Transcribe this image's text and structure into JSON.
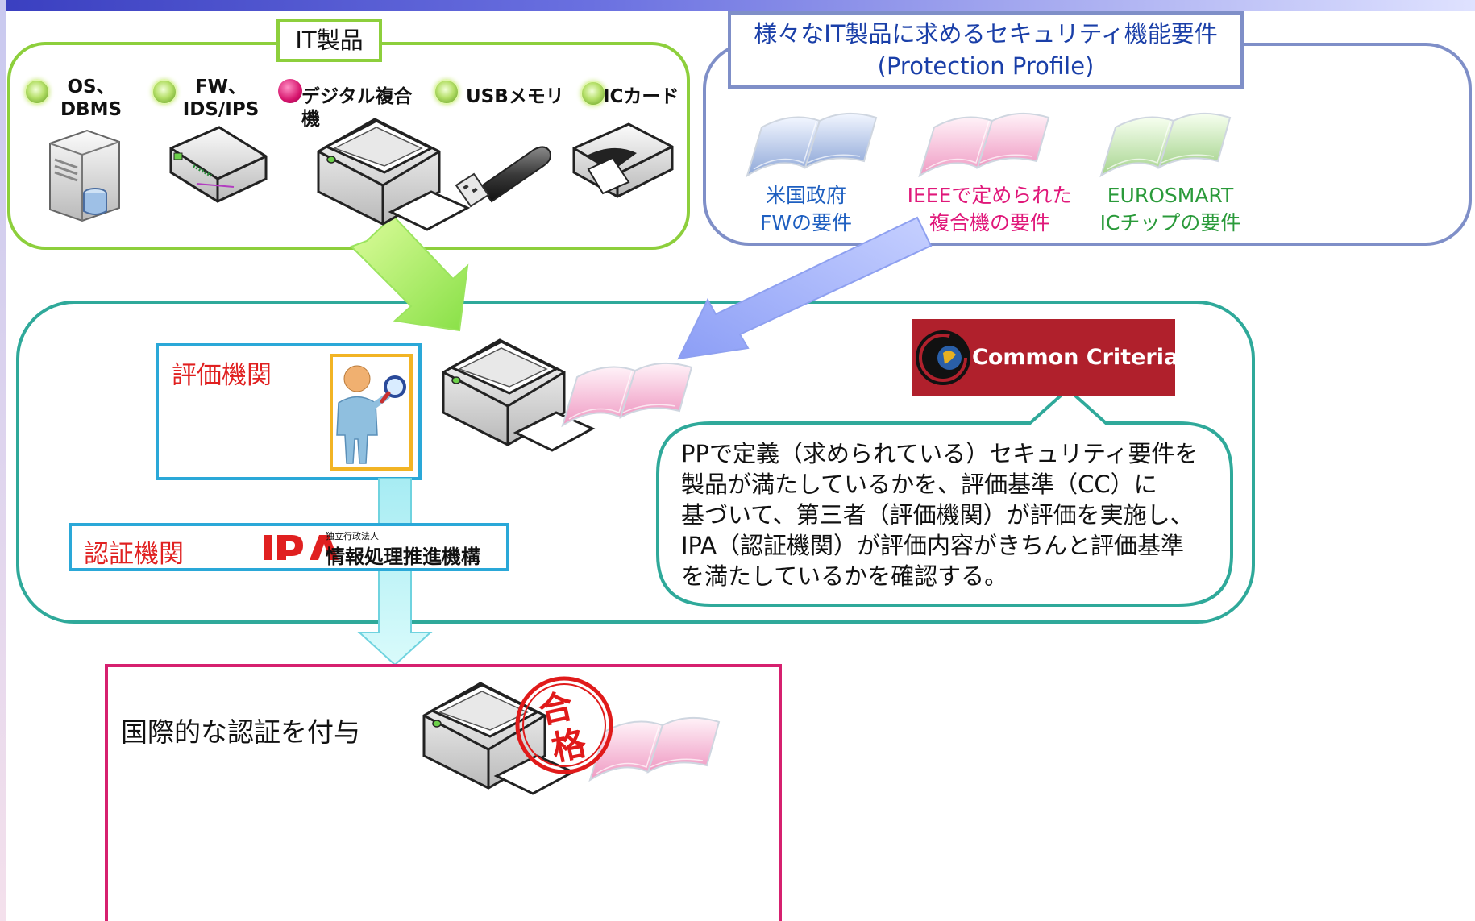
{
  "it_products": {
    "title": "IT製品",
    "items": [
      {
        "label_line1": "OS、",
        "label_line2": "DBMS",
        "dot_color": "#9bd44a"
      },
      {
        "label_line1": "FW、",
        "label_line2": "IDS/IPS",
        "dot_color": "#9bd44a"
      },
      {
        "label": "デジタル複合機",
        "dot_color": "#d6146c"
      },
      {
        "label": "USBメモリ",
        "dot_color": "#9bd44a"
      },
      {
        "label": "ICカード",
        "dot_color": "#9bd44a"
      }
    ]
  },
  "protection_profile": {
    "title_line1": "様々なIT製品に求めるセキュリティ機能要件",
    "title_line2": "(Protection Profile)",
    "books": [
      {
        "line1": "米国政府",
        "line2": "FWの要件",
        "color": "#1e5fc0"
      },
      {
        "line1": "IEEEで定められた",
        "line2": "複合機の要件",
        "color": "#e0187a"
      },
      {
        "line1": "EUROSMART",
        "line2": "ICチップの要件",
        "color": "#2a9a3a"
      }
    ]
  },
  "evaluation": {
    "evaluator_label": "評価機関",
    "certifier_label": "認証機関",
    "ipa_logo": "IPA",
    "ipa_org_small": "独立行政法人",
    "ipa_org_name": "情報処理推進機構",
    "cc_logo": "Common Criteria",
    "description_lines": [
      "PPで定義（求められている）セキュリティ要件を",
      "製品が満たしているかを、評価基準（CC）に",
      "基づいて、第三者（評価機関）が評価を実施し、",
      "IPA（認証機関）が評価内容がきちんと評価基準",
      "を満たしているかを確認する。"
    ]
  },
  "result": {
    "label": "国際的な認証を付与",
    "stamp_char1": "合",
    "stamp_char2": "格"
  },
  "colors": {
    "green_frame": "#8dcf3c",
    "blue_frame": "#7f8fc8",
    "teal_frame": "#2fa99a",
    "cyan_frame": "#2aa8d8",
    "magenta_frame": "#d6206f",
    "red_text": "#e02020"
  }
}
